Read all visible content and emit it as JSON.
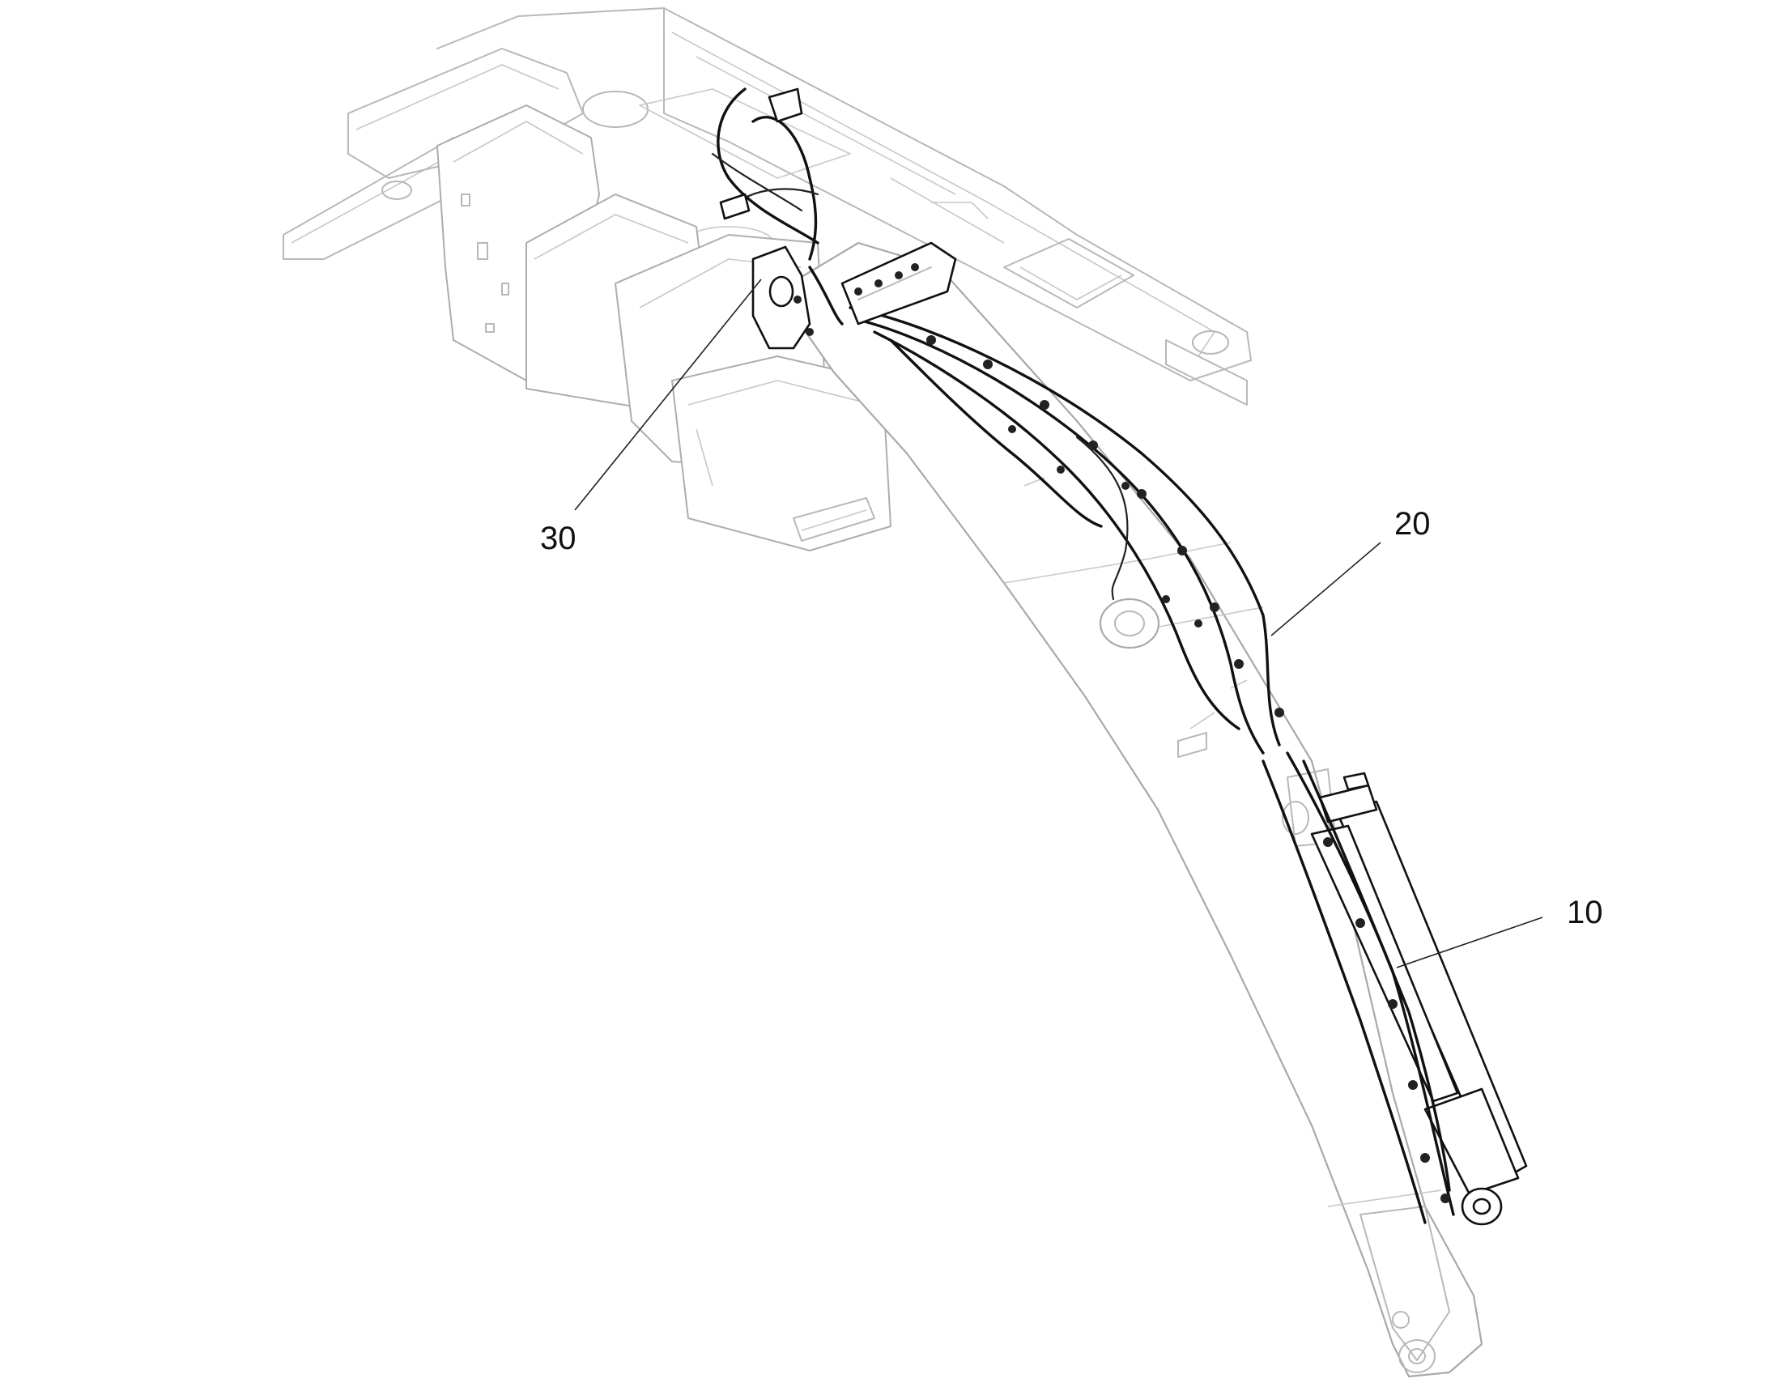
{
  "callouts": [
    {
      "id": "callout-10",
      "label": "10"
    },
    {
      "id": "callout-20",
      "label": "20"
    },
    {
      "id": "callout-30",
      "label": "30"
    }
  ]
}
